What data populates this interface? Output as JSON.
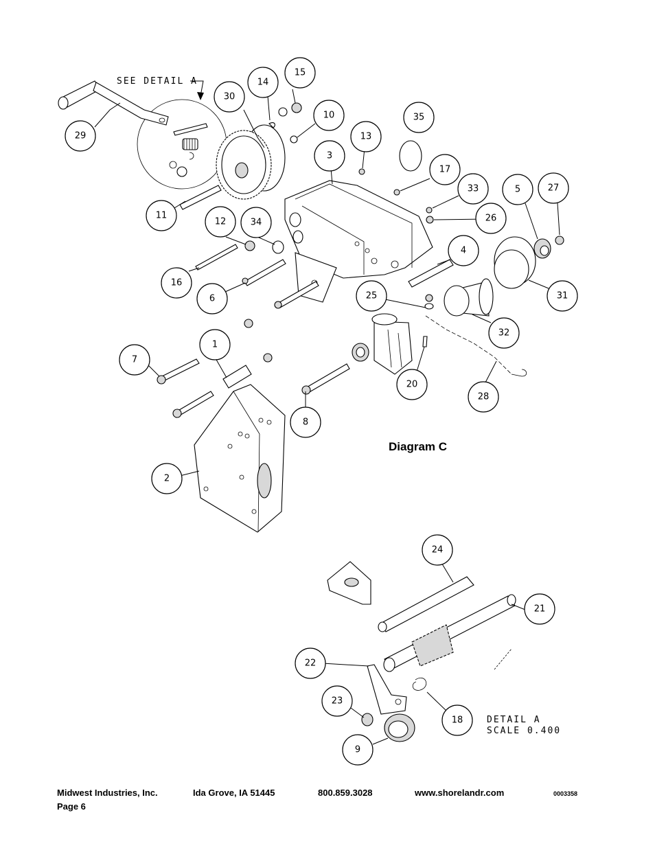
{
  "diagram": {
    "title": "Diagram C",
    "see_detail_label": "SEE DETAIL A",
    "detail_title": "DETAIL A",
    "detail_scale": "SCALE 0.400",
    "callouts": [
      "29",
      "30",
      "14",
      "15",
      "10",
      "13",
      "35",
      "3",
      "17",
      "33",
      "26",
      "5",
      "27",
      "11",
      "12",
      "34",
      "16",
      "6",
      "4",
      "31",
      "25",
      "32",
      "7",
      "1",
      "20",
      "28",
      "8",
      "2",
      "24",
      "21",
      "22",
      "23",
      "18",
      "9"
    ]
  },
  "footer": {
    "company": "Midwest Industries, Inc.",
    "location": "Ida Grove, IA  51445",
    "phone": "800.859.3028",
    "website": "www.shorelandr.com",
    "doc_code": "0003358",
    "page": "Page 6"
  }
}
